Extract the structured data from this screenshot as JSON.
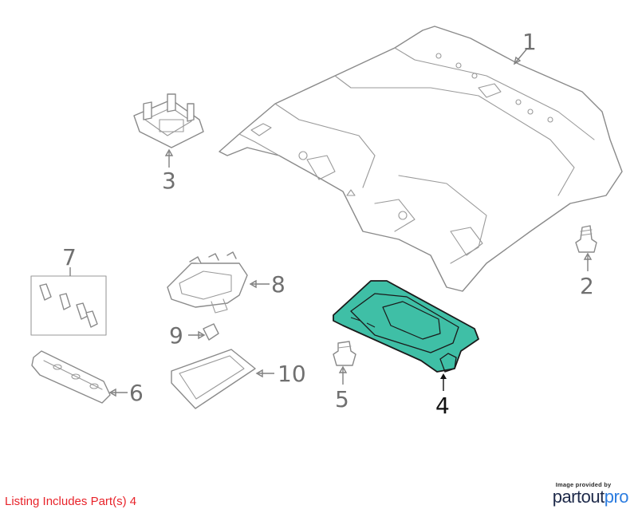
{
  "callouts": {
    "c1": "1",
    "c2": "2",
    "c3": "3",
    "c4": "4",
    "c5": "5",
    "c6": "6",
    "c7": "7",
    "c8": "8",
    "c9": "9",
    "c10": "10"
  },
  "listing": {
    "text": "Listing Includes Part(s) 4"
  },
  "brand": {
    "credit": "Image provided by",
    "name_dark": "partout",
    "name_light": "pro"
  },
  "colors": {
    "highlight_fill": "#3fbfa6",
    "highlight_stroke": "#1a1a1a",
    "listing_text": "#e8232a",
    "brand_dark": "#1e2a4a",
    "brand_light": "#2d7de0"
  }
}
